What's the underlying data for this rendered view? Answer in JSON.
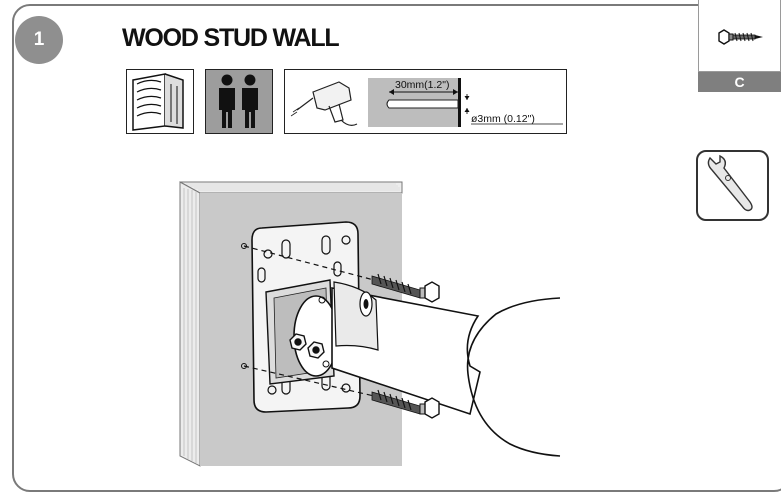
{
  "step": {
    "number": "1"
  },
  "title": "WOOD STUD WALL",
  "drill": {
    "depth_label": "30mm(1.2\")",
    "diameter_label": "ø3mm (0.12\")"
  },
  "part": {
    "label": "C",
    "icon": "lag-screw-icon"
  },
  "tool": {
    "icon": "adjustable-wrench-icon"
  },
  "icons": [
    "wood-stud-icon",
    "two-people-icon",
    "power-drill-icon"
  ]
}
